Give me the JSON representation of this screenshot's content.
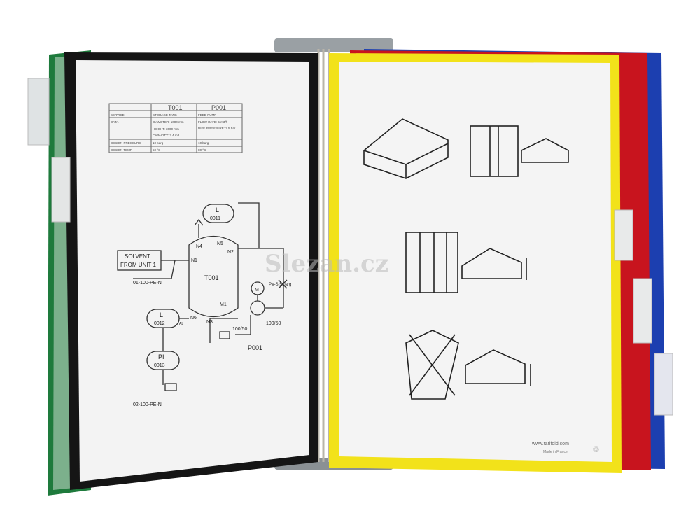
{
  "left_page": {
    "table": {
      "headers": [
        "T001",
        "P001"
      ],
      "rows": [
        {
          "label": "SERVICE",
          "t001": "STORAGE TANK",
          "p001": "FEED PUMP"
        },
        {
          "label": "DATA",
          "t001": [
            "DIAMETER: 1000 mm",
            "HEIGHT: 3000 mm",
            "CAPACITY: 2.4 m3"
          ],
          "p001": [
            "FLOW RATE: 5 m3/h",
            "DIFF. PRESSURE: 2.5 bar"
          ]
        },
        {
          "label": "DESIGN PRESSURE",
          "t001": "10 barg",
          "p001": "10 barg"
        },
        {
          "label": "DESIGN TEMP",
          "t001": "50 °C",
          "p001": "80 °C"
        }
      ]
    },
    "diagram": {
      "tank": "T001",
      "pump": "P001",
      "motor": "M",
      "nozzles": [
        "N1",
        "N2",
        "N3",
        "N4",
        "N5",
        "N6",
        "M1"
      ],
      "instr_l1": [
        "L",
        "0011"
      ],
      "instr_l2": [
        "L",
        "0012"
      ],
      "instr_pi": [
        "PI",
        "0013"
      ],
      "inlet": [
        "SOLVENT",
        "FROM UNIT 1"
      ],
      "line_in": "01-100-PE-N",
      "line_out": "02-100-PE-N",
      "reducer1": "100/50",
      "reducer2": "100/50",
      "psv": "PV-S 5 barg",
      "al": "AL"
    }
  },
  "right_page": {
    "brand_url": "www.tarifold.com",
    "made_in": "Made in France"
  },
  "watermark": "Slezan.cz",
  "colors": {
    "green": "#1e7a3c",
    "black": "#151515",
    "yellow": "#f2e21a",
    "red": "#c8141e",
    "blue": "#1c3fb0"
  }
}
